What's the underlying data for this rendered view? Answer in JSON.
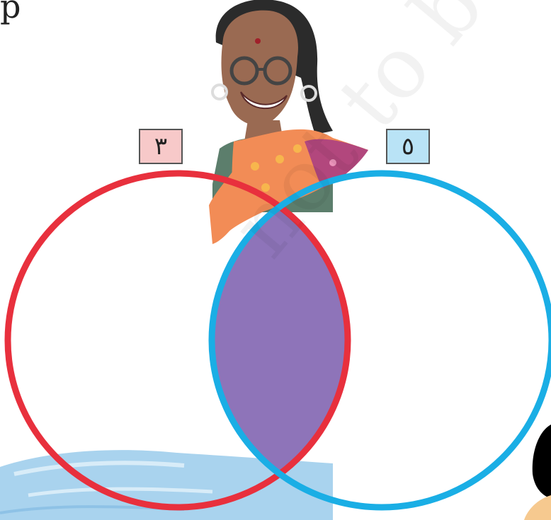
{
  "top_fragment": "p",
  "label_left": "٣",
  "label_right": "٥",
  "watermark": "not to be repub",
  "colors": {
    "left_circle": "#e8303d",
    "right_circle": "#1aaee5",
    "intersection": "#8e74b9",
    "left_label_bg": "#f7c9c9",
    "right_label_bg": "#b9e3f6",
    "water": "#a9d3ee",
    "skin": "#9a6a52",
    "hair": "#2b2b2b",
    "sari": "#f28c56",
    "sari_border": "#b2477d",
    "blouse": "#5c7e6c"
  },
  "icons": [
    "woman-illustration-icon",
    "water-splash-icon",
    "black-blob-icon"
  ]
}
